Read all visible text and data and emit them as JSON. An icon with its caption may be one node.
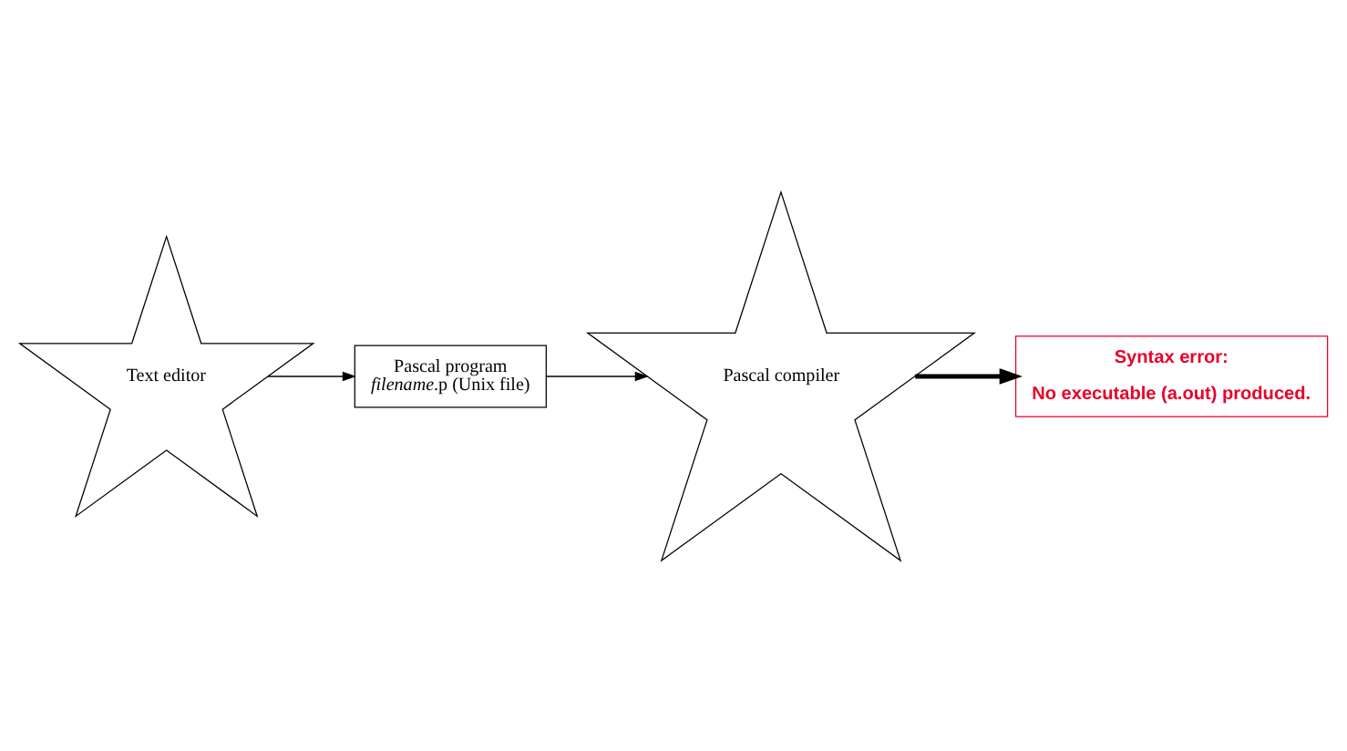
{
  "diagram": {
    "nodes": [
      {
        "text": [
          "Text editor"
        ]
      },
      {
        "text": [
          "Pascal program",
          "*filename*.p (Unix file)"
        ]
      },
      {
        "text": [
          "Pascal compiler"
        ]
      },
      {
        "text": [
          "Syntax error:",
          "No executable (a.out) produced."
        ]
      }
    ],
    "edges": [
      {
        "from": 0,
        "to": 1,
        "arrow": "to"
      },
      {
        "from": 1,
        "to": 2,
        "arrow": "to"
      },
      {
        "from": 2,
        "to": 3,
        "arrow": "to",
        "style": "thick"
      }
    ]
  }
}
